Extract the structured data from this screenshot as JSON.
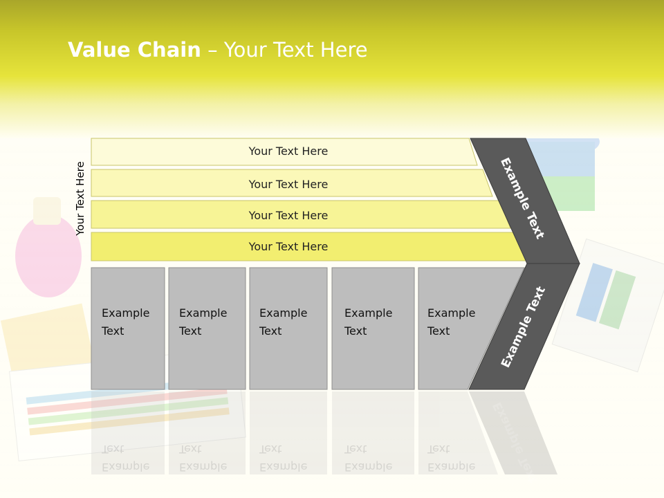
{
  "title": {
    "bold": "Value Chain",
    "rest": " – Your Text Here"
  },
  "side_label": "Your Text Here",
  "rows": [
    {
      "label": "Your Text Here",
      "fill": "#fdfbd9"
    },
    {
      "label": "Your Text Here",
      "fill": "#fbf8b8"
    },
    {
      "label": "Your Text Here",
      "fill": "#f7f496"
    },
    {
      "label": "Your Text Here",
      "fill": "#f2ee70"
    }
  ],
  "columns": [
    {
      "line1": "Example",
      "line2": "Text"
    },
    {
      "line1": "Example",
      "line2": "Text"
    },
    {
      "line1": "Example",
      "line2": "Text"
    },
    {
      "line1": "Example",
      "line2": "Text"
    },
    {
      "line1": "Example",
      "line2": "Text"
    }
  ],
  "arrow_top_label": "Example Text",
  "arrow_bottom_label": "Example Text",
  "colors": {
    "header_accent": "#e6e43b",
    "column_fill": "#bdbdbd",
    "arrow_fill": "#5a5a5a"
  }
}
